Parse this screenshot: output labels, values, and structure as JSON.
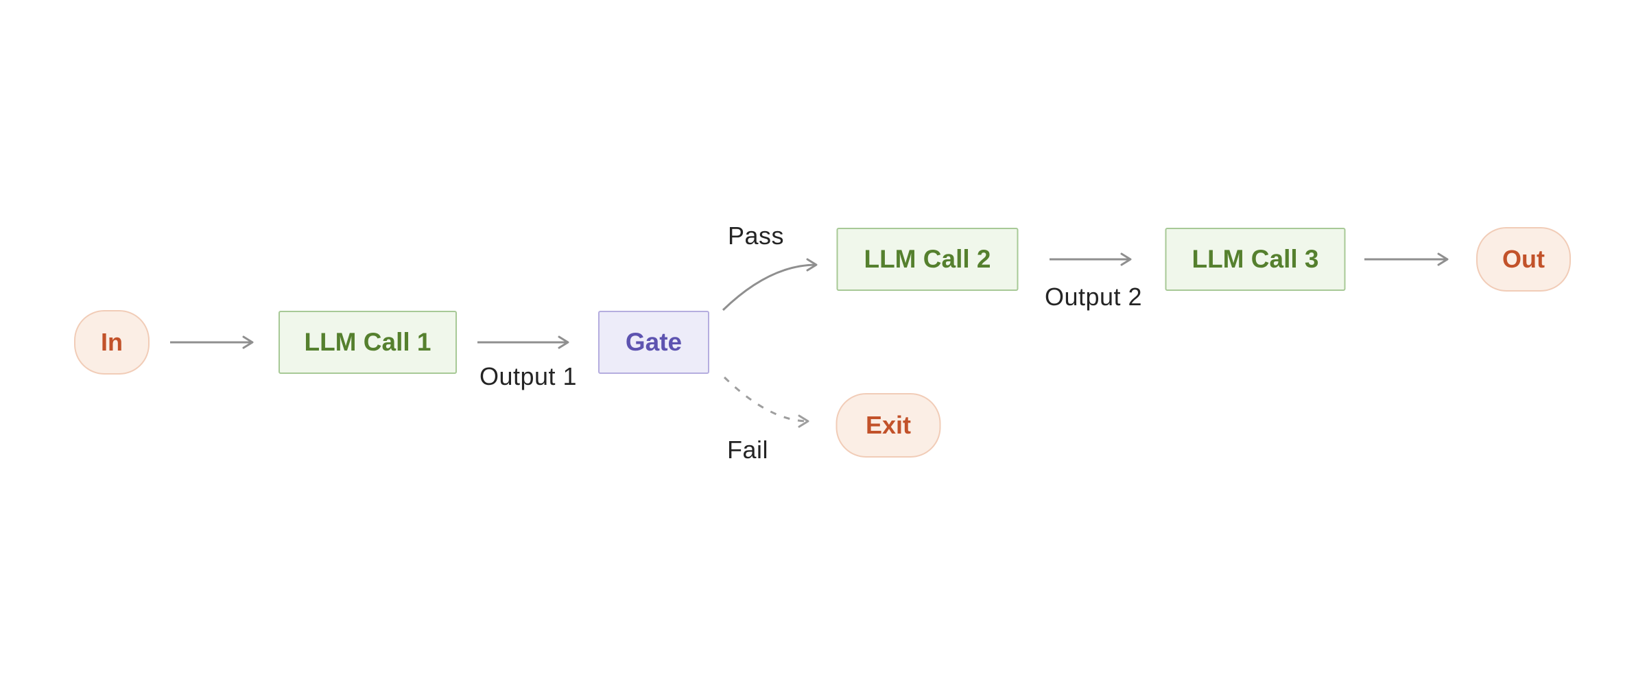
{
  "diagram": {
    "nodes": {
      "in": {
        "label": "In",
        "type": "terminal"
      },
      "llm1": {
        "label": "LLM Call 1",
        "type": "process"
      },
      "gate": {
        "label": "Gate",
        "type": "gate"
      },
      "llm2": {
        "label": "LLM Call 2",
        "type": "process"
      },
      "llm3": {
        "label": "LLM Call 3",
        "type": "process"
      },
      "out": {
        "label": "Out",
        "type": "terminal"
      },
      "exit": {
        "label": "Exit",
        "type": "terminal"
      }
    },
    "edge_labels": {
      "output1": "Output 1",
      "pass": "Pass",
      "output2": "Output 2",
      "fail": "Fail"
    },
    "edges": [
      {
        "from": "in",
        "to": "llm1",
        "style": "solid",
        "label": ""
      },
      {
        "from": "llm1",
        "to": "gate",
        "style": "solid",
        "label": "Output 1"
      },
      {
        "from": "gate",
        "to": "llm2",
        "style": "solid",
        "label": "Pass"
      },
      {
        "from": "llm2",
        "to": "llm3",
        "style": "solid",
        "label": "Output 2"
      },
      {
        "from": "llm3",
        "to": "out",
        "style": "solid",
        "label": ""
      },
      {
        "from": "gate",
        "to": "exit",
        "style": "dashed",
        "label": "Fail"
      }
    ],
    "colors": {
      "terminal_bg": "#fbeee5",
      "terminal_border": "#f1ccb7",
      "terminal_text": "#c2522a",
      "process_bg": "#f0f7eb",
      "process_border": "#a7c996",
      "process_text": "#55802e",
      "gate_bg": "#edecf9",
      "gate_border": "#b5addf",
      "gate_text": "#5d53b0",
      "arrow": "#8f8f8f",
      "arrow_dashed": "#9e9e9e",
      "label_text": "#242424"
    }
  }
}
